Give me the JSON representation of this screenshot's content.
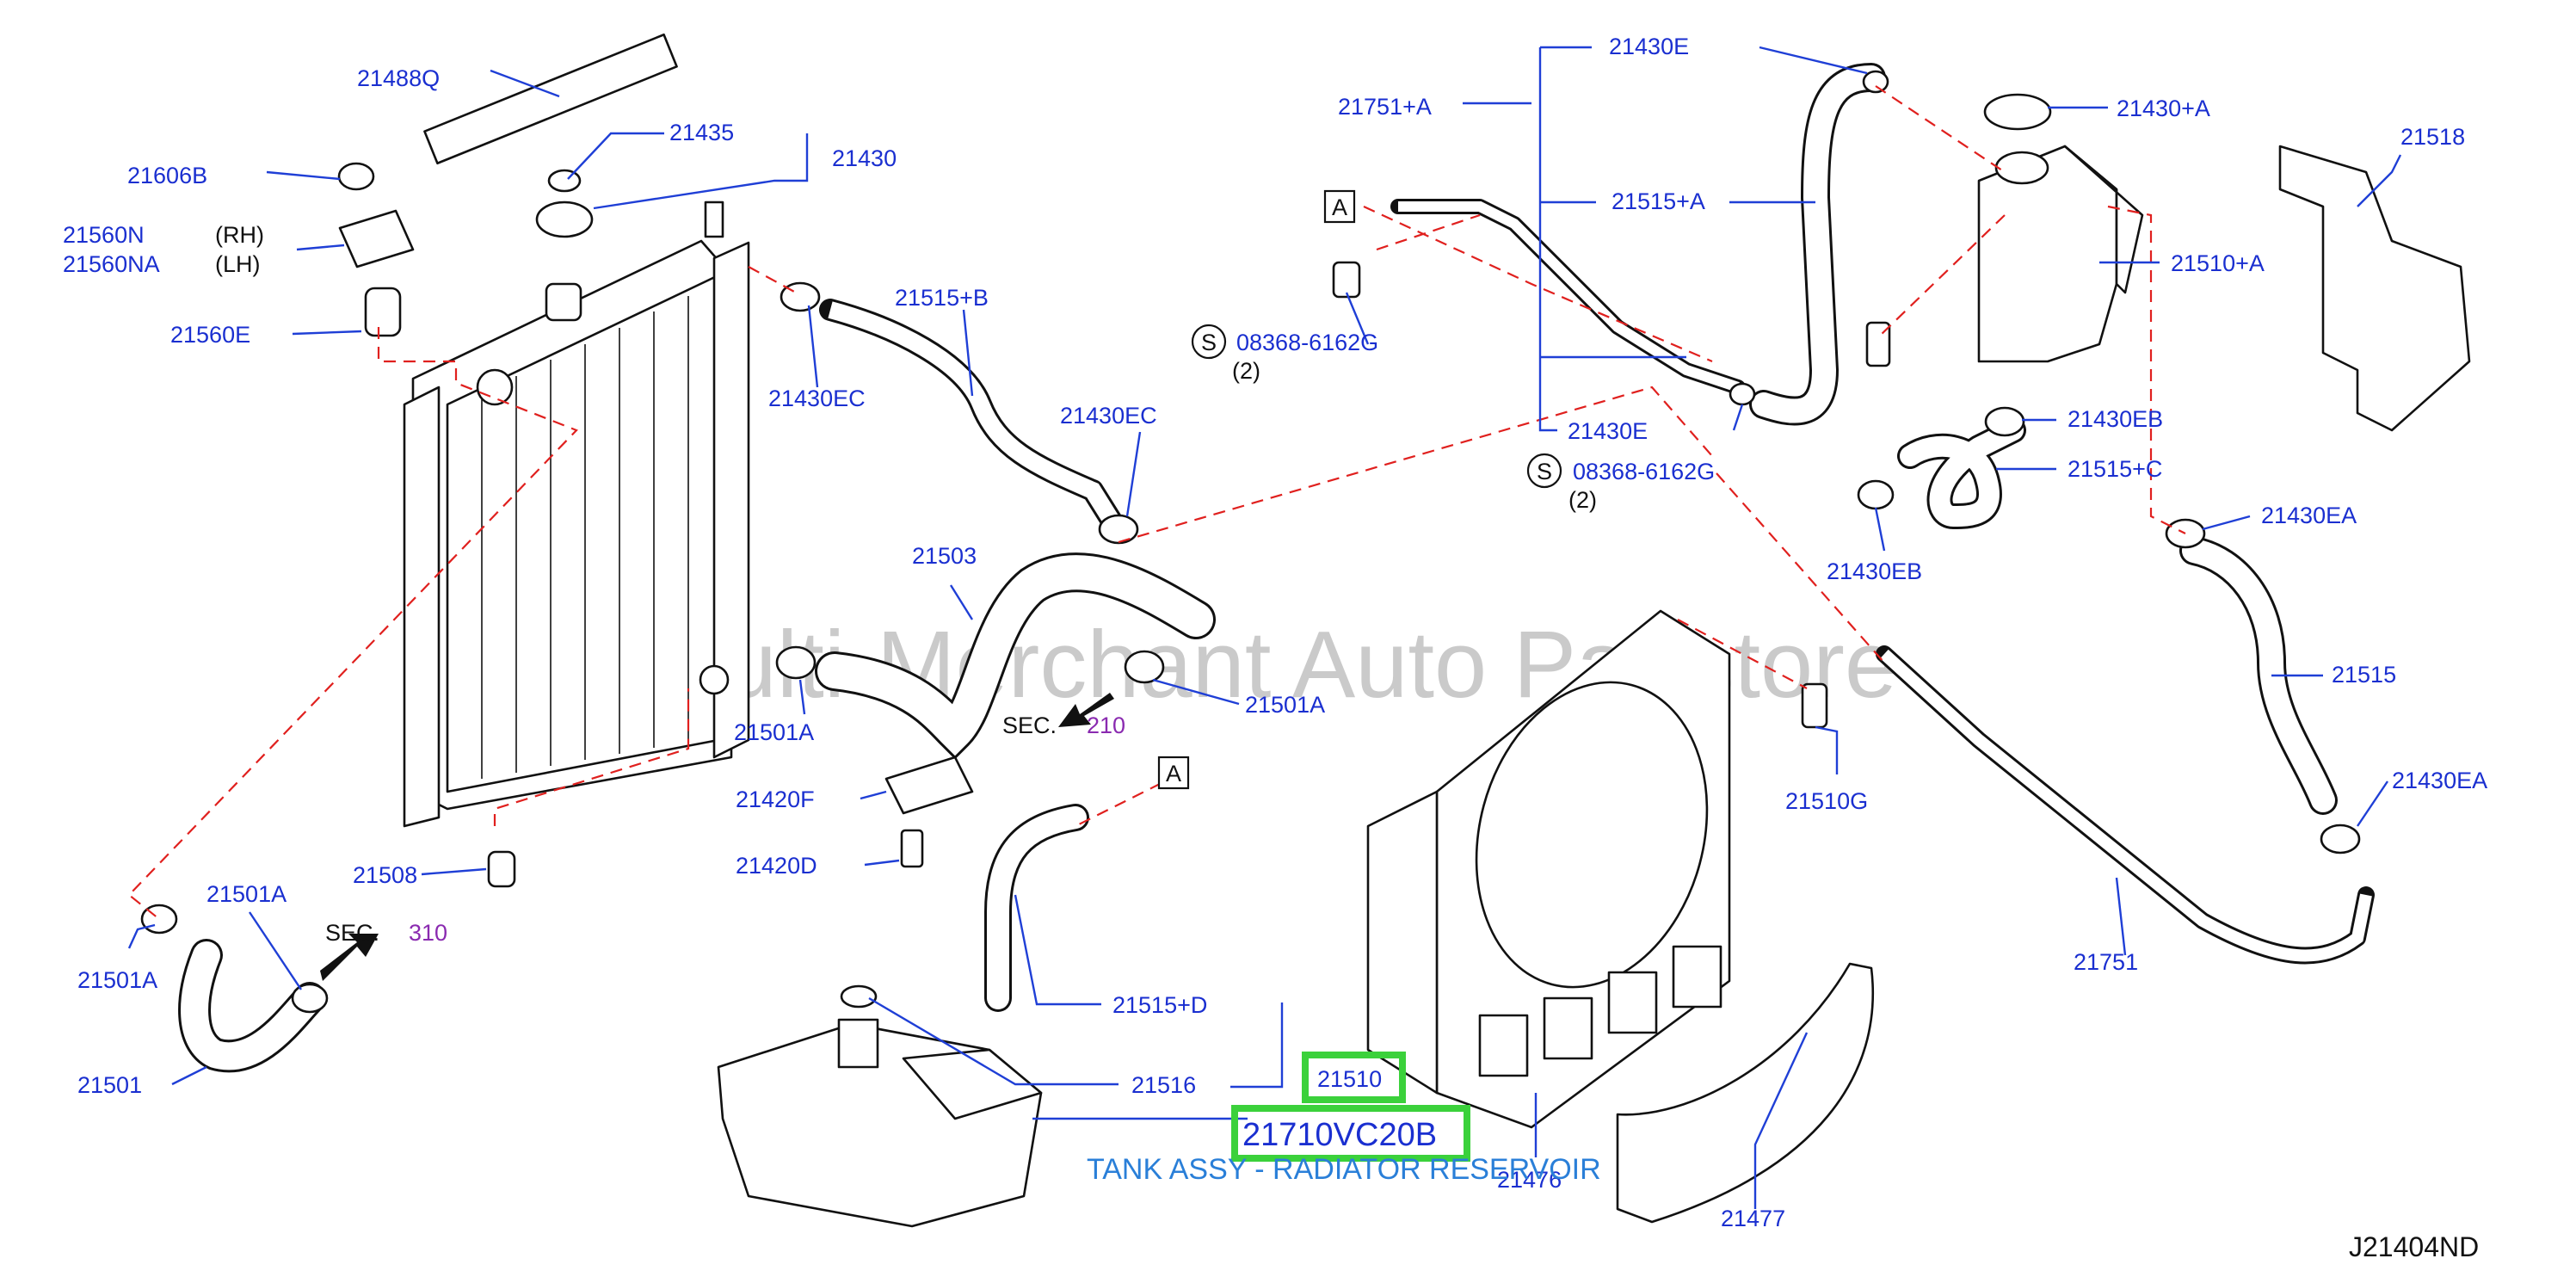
{
  "watermark": "Multi-Merchant Auto Partstore",
  "diagram_code": "J21404ND",
  "highlight": {
    "part_number": "21710VC20B",
    "part_ref": "21510",
    "description": "TANK ASSY - RADIATOR RESERVOIR"
  },
  "callouts": {
    "a1": "A",
    "a2": "A",
    "s1": "S",
    "s2": "S"
  },
  "sec_labels": {
    "sec210": "SEC.",
    "sec210_num": "210",
    "sec310": "SEC.",
    "sec310_num": "310"
  },
  "labels": {
    "p21488q": "21488Q",
    "p21606b": "21606B",
    "p21560n": "21560N",
    "p21560n_side": "(RH)",
    "p21560na": "21560NA",
    "p21560na_side": "(LH)",
    "p21560e": "21560E",
    "p21435": "21435",
    "p21430": "21430",
    "p21515b": "21515+B",
    "p21430ec1": "21430EC",
    "p21430ec2": "21430EC",
    "p21503": "21503",
    "p21501a_r": "21501A",
    "p21501a_l": "21501A",
    "p21501a_b1": "21501A",
    "p21501a_b2": "21501A",
    "p21420f": "21420F",
    "p21420d": "21420D",
    "p21508": "21508",
    "p21501": "21501",
    "p21515d": "21515+D",
    "p21516": "21516",
    "p21476": "21476",
    "p21477": "21477",
    "p21751a": "21751+A",
    "p21430e_top": "21430E",
    "p21515a": "21515+A",
    "p21430e_bot": "21430E",
    "p08368_1": "08368-6162G",
    "p08368_1_qty": "(2)",
    "p08368_2": "08368-6162G",
    "p08368_2_qty": "(2)",
    "p21430a": "21430+A",
    "p21518": "21518",
    "p21510a": "21510+A",
    "p21430eb_r": "21430EB",
    "p21515c": "21515+C",
    "p21430eb_l": "21430EB",
    "p21430ea_top": "21430EA",
    "p21515": "21515",
    "p21430ea_bot": "21430EA",
    "p21510g": "21510G",
    "p21751": "21751"
  }
}
